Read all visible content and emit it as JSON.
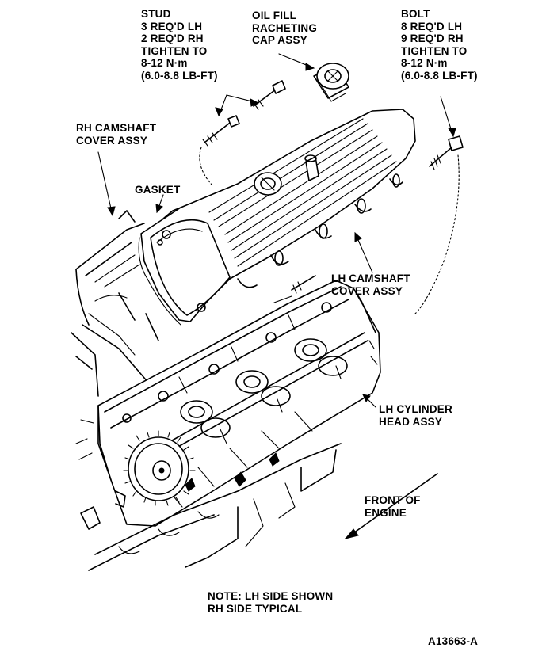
{
  "labels": {
    "stud": [
      "STUD",
      "3 REQ'D LH",
      "2 REQ'D RH",
      "TIGHTEN TO",
      "8-12 N·m",
      "(6.0-8.8 LB-FT)"
    ],
    "oil_fill": [
      "OIL FILL",
      "RACHETING",
      "CAP ASSY"
    ],
    "bolt": [
      "BOLT",
      "8 REQ'D LH",
      "9 REQ'D RH",
      "TIGHTEN TO",
      "8-12 N·m",
      "(6.0-8.8 LB-FT)"
    ],
    "rh_cover": [
      "RH CAMSHAFT",
      "COVER ASSY"
    ],
    "gasket": [
      "GASKET"
    ],
    "lh_cover": [
      "LH CAMSHAFT",
      "COVER ASSY"
    ],
    "lh_head": [
      "LH CYLINDER",
      "HEAD ASSY"
    ],
    "front": [
      "FRONT OF",
      "ENGINE"
    ],
    "note": [
      "NOTE: LH SIDE SHOWN",
      "RH SIDE TYPICAL"
    ],
    "figure_id": "A13663-A"
  }
}
